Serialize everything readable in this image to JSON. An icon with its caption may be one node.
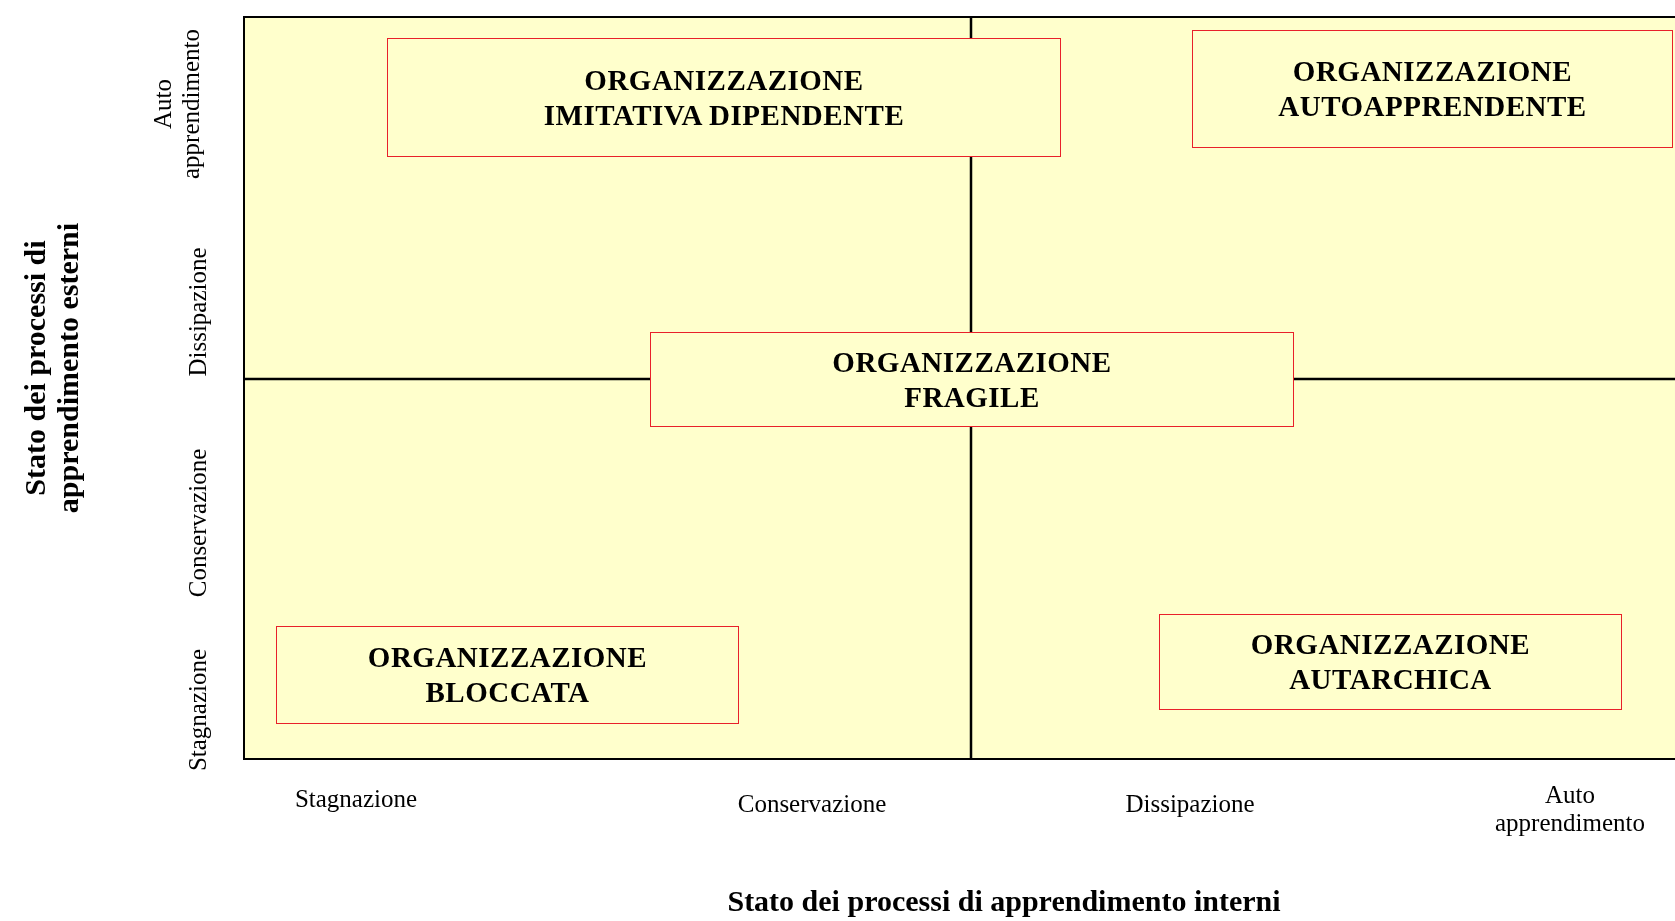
{
  "diagram": {
    "nodes": [
      {
        "text": [
          "ORGANIZZAZIONE IMITATIVA DIPENDENTE"
        ]
      },
      {
        "text": [
          "ORGANIZZAZIONE AUTOAPPRENDENTE"
        ]
      },
      {
        "text": [
          "ORGANIZZAZIONE FRAGILE"
        ]
      },
      {
        "text": [
          "ORGANIZZAZIONE BLOCCATA"
        ]
      },
      {
        "text": [
          "ORGANIZZAZIONE AUTARCHICA"
        ]
      }
    ],
    "labels": [
      "Stato dei processi di apprendimento esterni",
      "Auto apprendimento",
      "Dissipazione",
      "Conservazione",
      "Stagnazione",
      "Stagnazione",
      "Conservazione",
      "Dissipazione",
      "Auto apprendimento",
      "Stato dei processi di apprendimento interni"
    ]
  }
}
